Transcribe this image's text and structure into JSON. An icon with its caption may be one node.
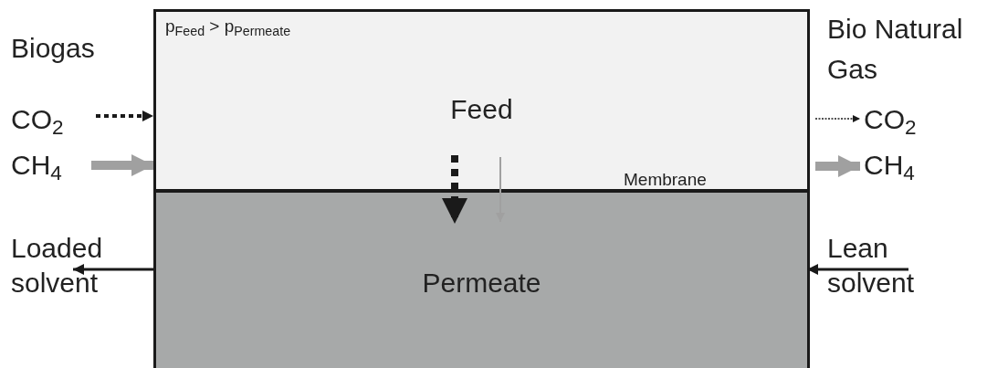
{
  "diagram": {
    "nodes": [
      {
        "text": [
          "p$_{Feed}$ > p$_{Permeate}$",
          "Feed"
        ]
      },
      {
        "text": [
          "Permeate"
        ]
      },
      {
        "text": [
          "CO$_{2}$"
        ]
      },
      {
        "text": [
          "CH$_{4}$"
        ]
      },
      {
        "text": [
          "CO$_{2}$"
        ]
      },
      {
        "text": [
          "CH$_{4}$"
        ]
      },
      {
        "text": [
          "Loaded solvent"
        ]
      },
      {
        "text": [
          "Lean solvent"
        ]
      }
    ],
    "edges": [
      {
        "from": 2,
        "to": 0,
        "arrow": "to",
        "style": "dashed"
      },
      {
        "from": 3,
        "to": 0,
        "arrow": "to",
        "style": "thick",
        "color": "#a0a0a0"
      },
      {
        "from": 0,
        "to": 4,
        "arrow": "to",
        "style": "dashed"
      },
      {
        "from": 0,
        "to": 5,
        "arrow": "to",
        "style": "thick",
        "color": "#a0a0a0"
      },
      {
        "from": 0,
        "to": 1,
        "arrow": "to",
        "style": "dashed"
      },
      {
        "from": 0,
        "to": 1,
        "arrow": "to",
        "color": "#a0a0a0"
      },
      {
        "from": 1,
        "to": 6,
        "arrow": "to"
      },
      {
        "from": 7,
        "to": 1,
        "arrow": "to"
      }
    ],
    "labels": [
      "Biogas",
      "Bio Natural Gas",
      "Membrane"
    ]
  }
}
